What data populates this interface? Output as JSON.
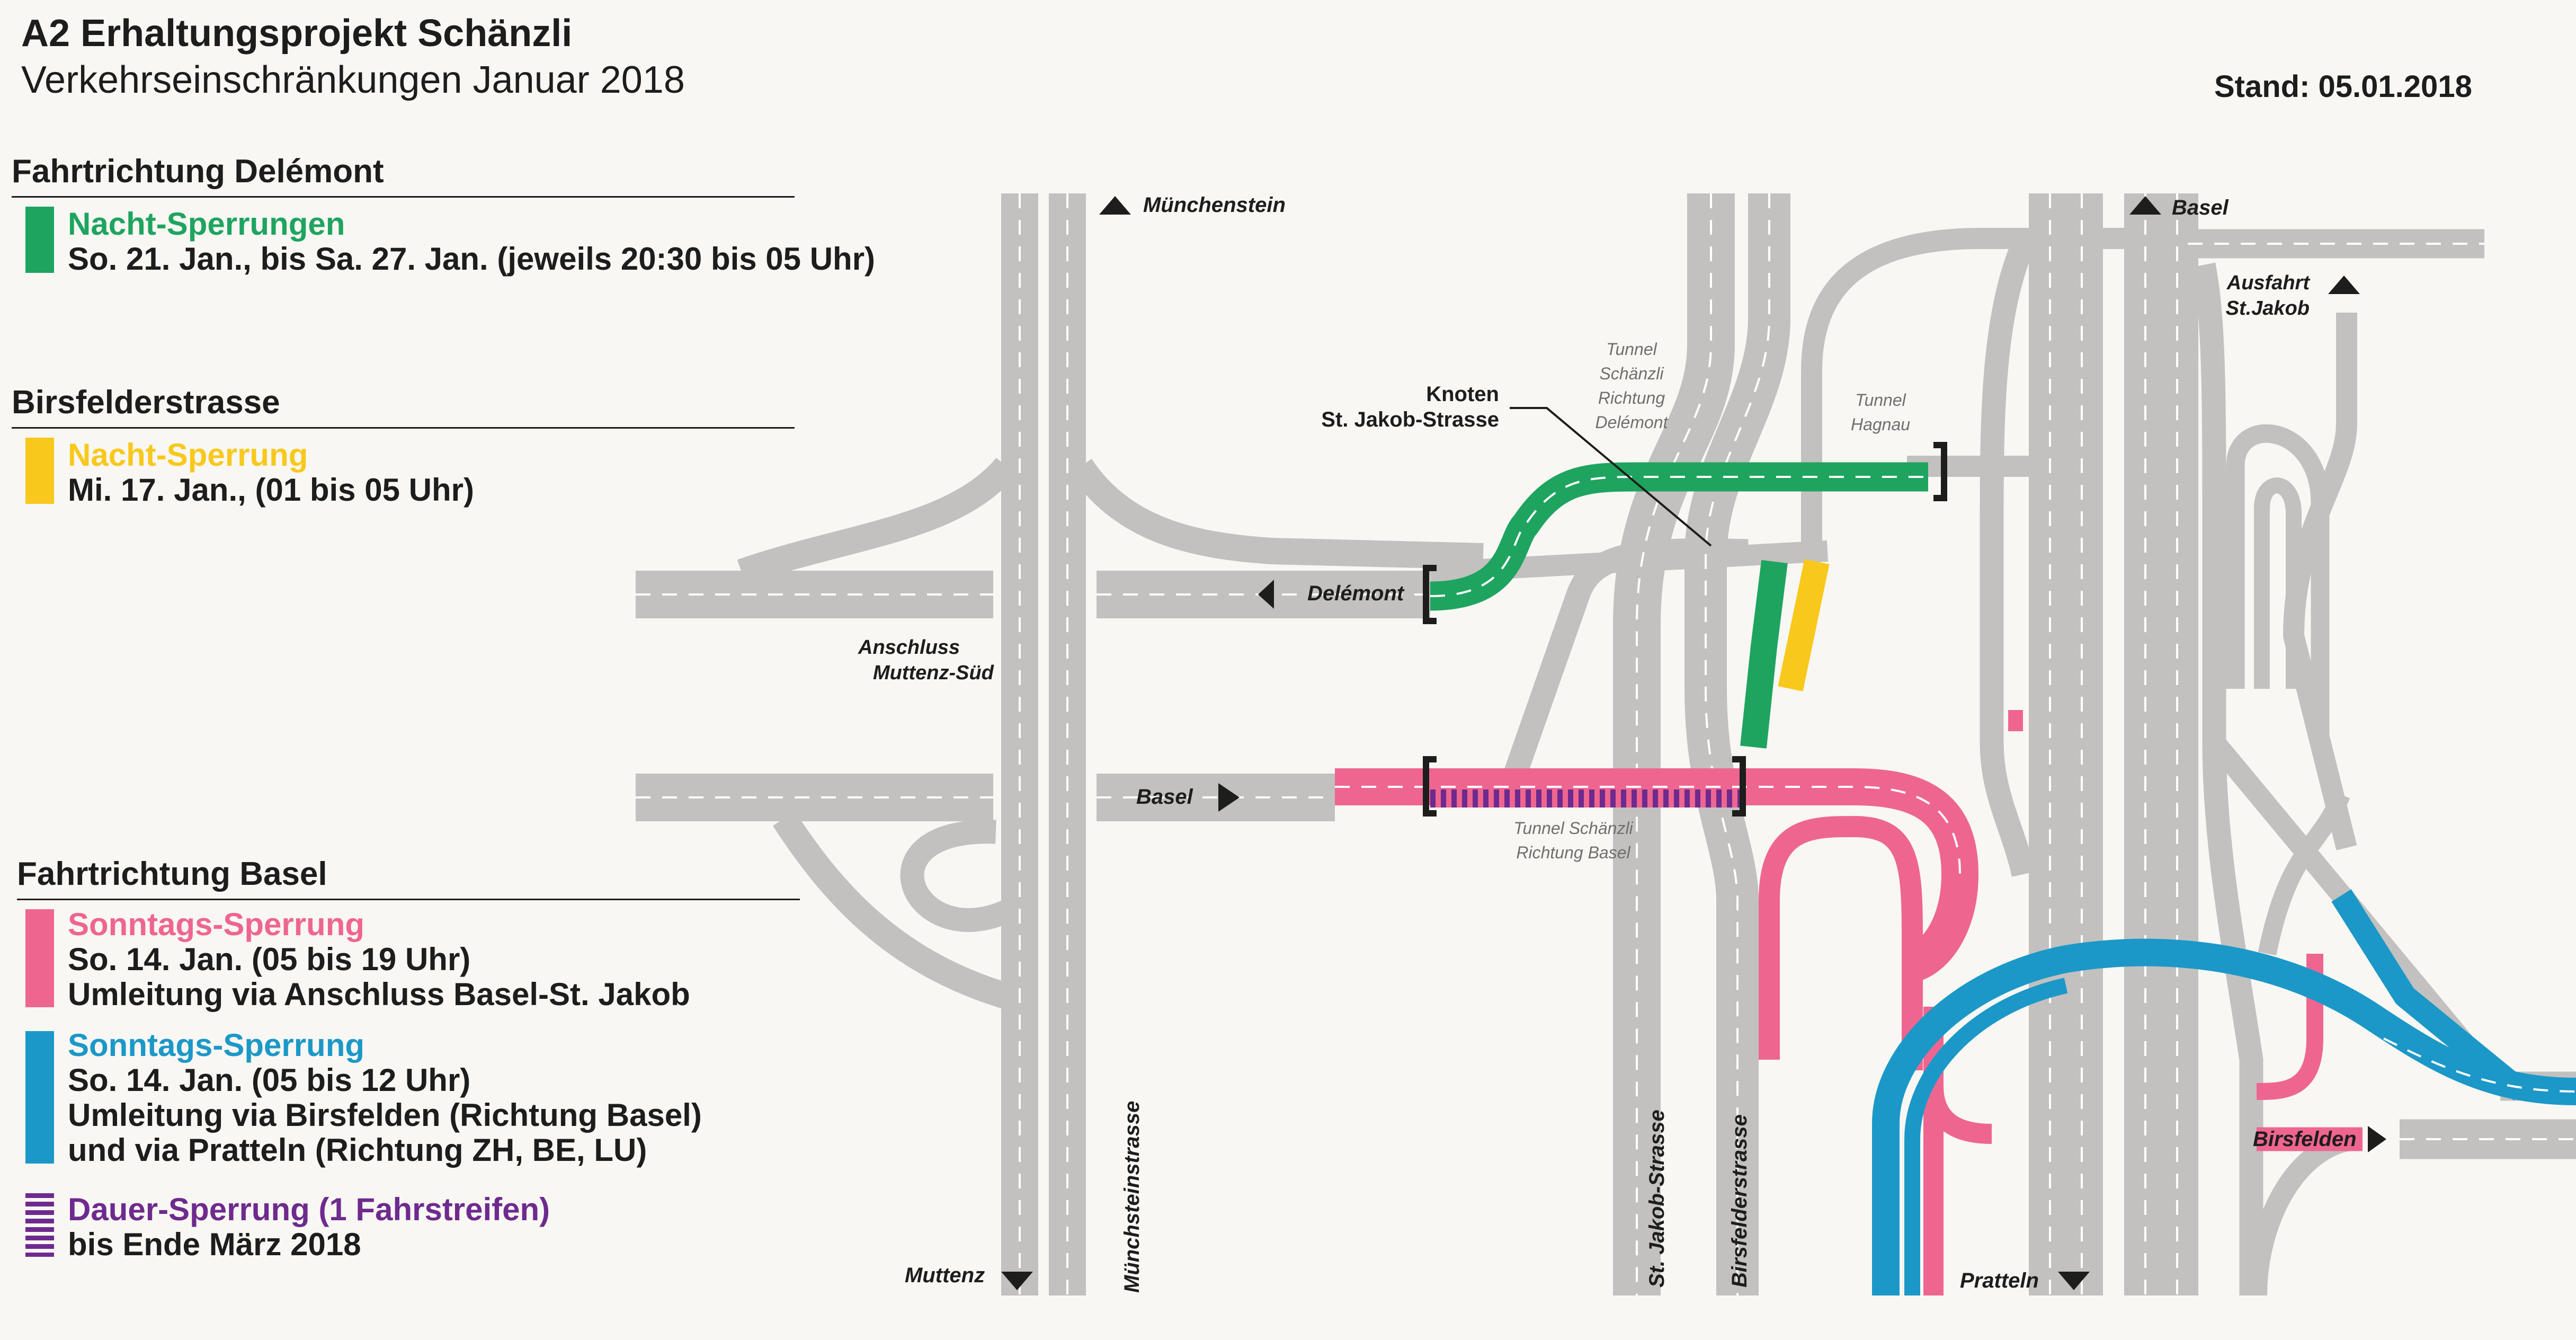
{
  "header": {
    "title": "A2 Erhaltungsprojekt Schänzli",
    "subtitle": "Verkehrseinschränkungen Januar 2018",
    "stand": "Stand: 05.01.2018"
  },
  "colors": {
    "road": "#c2c1bf",
    "green": "#1ea45f",
    "yellow": "#f8c81c",
    "pink": "#ee6690",
    "blue": "#1b98c8",
    "purple": "#6e2a8e",
    "ink": "#1d1d1b"
  },
  "legend": {
    "delemont": {
      "heading": "Fahrtrichtung Delémont",
      "nacht": {
        "title": "Nacht-Sperrungen",
        "line1": "So. 21. Jan., bis Sa. 27. Jan. (jeweils 20:30 bis 05 Uhr)"
      }
    },
    "birsfelder": {
      "heading": "Birsfelderstrasse",
      "nacht": {
        "title": "Nacht-Sperrung",
        "line1": "Mi. 17. Jan., (01 bis 05 Uhr)"
      }
    },
    "basel": {
      "heading": "Fahrtrichtung Basel",
      "sonntag_pink": {
        "title": "Sonntags-Sperrung",
        "line1": "So. 14. Jan. (05 bis 19 Uhr)",
        "line2": "Umleitung via Anschluss Basel-St. Jakob"
      },
      "sonntag_blue": {
        "title": "Sonntags-Sperrung",
        "line1": "So. 14. Jan. (05 bis 12 Uhr)",
        "line2": "Umleitung via Birsfelden (Richtung Basel)",
        "line3": "und via Pratteln (Richtung ZH, BE, LU)"
      },
      "dauer": {
        "title": "Dauer-Sperrung (1 Fahrstreifen)",
        "line1": "bis Ende März 2018"
      }
    }
  },
  "map_labels": {
    "muenchenstein": "Münchenstein",
    "anschluss_line1": "Anschluss",
    "anschluss_line2": "Muttenz-Süd",
    "delemont": "Delémont",
    "basel_west": "Basel",
    "muttenz": "Muttenz",
    "muenchensteinstrasse": "Münchsteinstrasse",
    "knoten_line1": "Knoten",
    "knoten_line2": "St. Jakob-Strasse",
    "tunnel_schaenzli_delemont": [
      "Tunnel",
      "Schänzli",
      "Richtung",
      "Delémont"
    ],
    "tunnel_hagnau": [
      "Tunnel",
      "Hagnau"
    ],
    "tunnel_schaenzli_basel": [
      "Tunnel Schänzli",
      "Richtung Basel"
    ],
    "st_jakob_strasse": "St. Jakob-Strasse",
    "birsfelderstrasse": "Birsfelderstrasse",
    "basel_north": "Basel",
    "ausfahrt_line1": "Ausfahrt",
    "ausfahrt_line2": "St.Jakob",
    "birsfelden": "Birsfelden",
    "pratteln": "Pratteln"
  }
}
